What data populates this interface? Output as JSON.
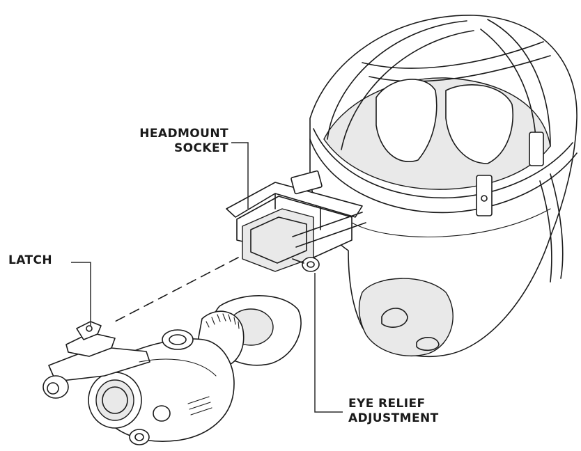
{
  "callouts": {
    "headmount_socket": {
      "line1": "HEADMOUNT",
      "line2": "SOCKET"
    },
    "latch": {
      "line1": "LATCH"
    },
    "eye_relief_adjustment": {
      "line1": "EYE RELIEF",
      "line2": "ADJUSTMENT"
    }
  },
  "colors": {
    "ink": "#1a1a1a",
    "background": "#ffffff",
    "shade": "#e9e9e9"
  }
}
